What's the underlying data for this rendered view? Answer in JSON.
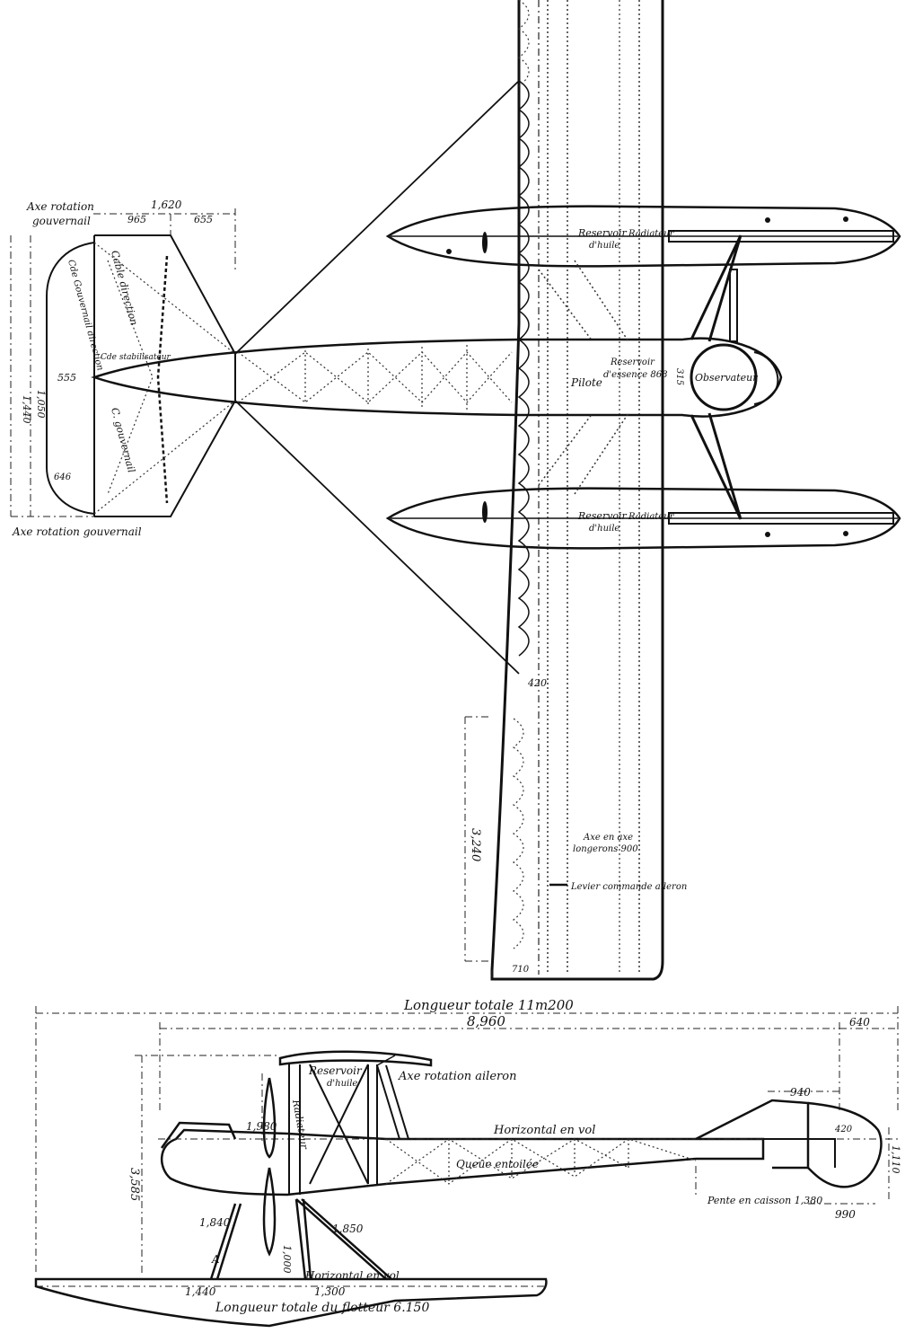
{
  "top_view": {
    "labels": {
      "axe_rotation": "Axe rotation",
      "gouvernail": "gouvernail",
      "axe_rotation_gouvernail": "Axe rotation gouvernail",
      "dim_1620": "1,620",
      "dim_965": "965",
      "dim_655": "655",
      "dim_555": "555",
      "dim_1440": "1,440",
      "dim_1050": "1,050",
      "dim_646": "646",
      "cable_direction": "Cable direction",
      "cable_gouvernail": "C. gouvernail",
      "cde_gouvernail_direction": "Cde Gouvernail direction",
      "cde_stabilisateur": "Cde stabilisateur",
      "reservoir_huile": "Reservoir",
      "huile": "d'huile",
      "radiateur": "Radiateur",
      "pilote": "Pilote",
      "reservoir_essence": "Reservoir",
      "essence_val": "d'essence 868",
      "observateur": "Observateur",
      "dim_315": "315",
      "dim_420": "420",
      "axe_en_axe": "Axe en axe",
      "longerons_900": "longerons 900",
      "dim_3240": "3,240",
      "levier_aileron": "Levier commande aileron",
      "dim_710": "710"
    }
  },
  "side_view": {
    "labels": {
      "longueur_totale": "Longueur totale 11m200",
      "dim_8960": "8,960",
      "dim_640": "640",
      "axe_rotation_aileron": "Axe rotation aileron",
      "reservoir": "Reservoir",
      "huile": "d'huile",
      "radiateur": "Radiateur",
      "dim_1980": "1,980",
      "dim_3585": "3,585",
      "dim_940": "940",
      "horizontal_en_vol": "Horizontal en vol",
      "queue_entoilee": "Queue entoilée",
      "dim_420": "420",
      "dim_1110": "1,110",
      "pente_caisson": "Pente en caisson 1,380",
      "dim_990": "990",
      "dim_1840": "1,840",
      "dim_1850": "1,850",
      "dim_1300": "1,300",
      "dim_1440": "1,440",
      "dim_1000": "1,000",
      "horizontal_en_vol_2": "Horizontal en vol",
      "longueur_flotteur": "Longueur totale du flotteur 6.150",
      "letter_a": "A"
    }
  }
}
